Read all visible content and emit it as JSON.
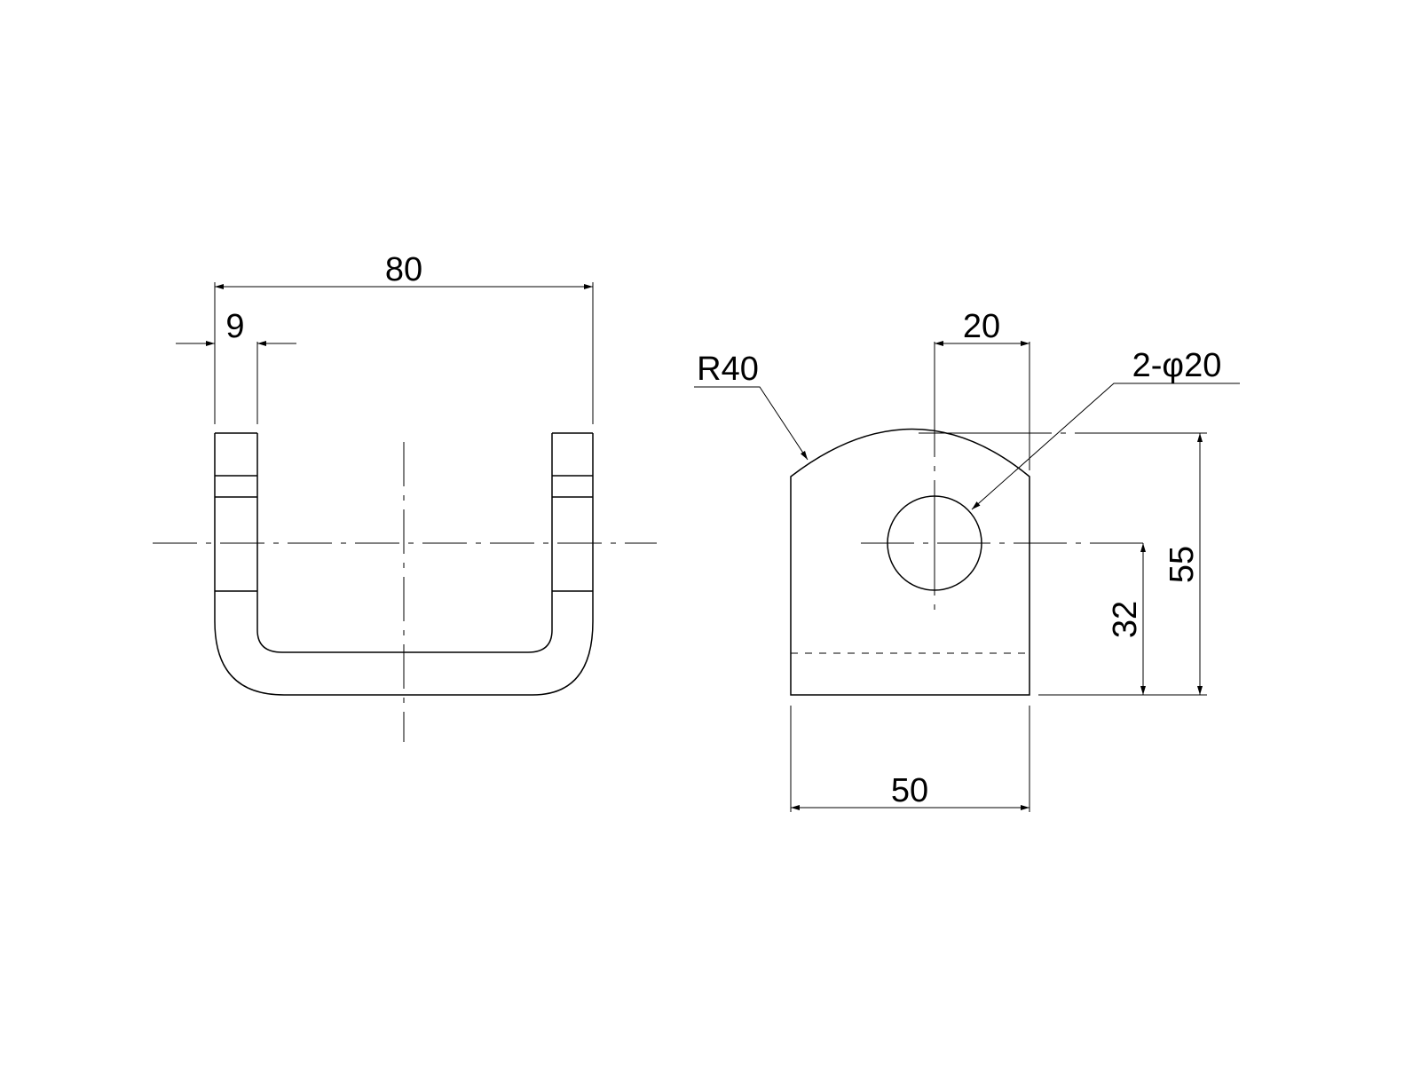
{
  "drawing": {
    "line_color": "#000000",
    "background": "#ffffff",
    "side_view": {
      "dim_overall_width": "80",
      "dim_wall_thickness": "9"
    },
    "front_view": {
      "dim_hole_center_offset": "20",
      "dim_radius": "R40",
      "dim_hole_callout": "2-φ20",
      "dim_height": "55",
      "dim_center_height": "32",
      "dim_width": "50"
    }
  }
}
